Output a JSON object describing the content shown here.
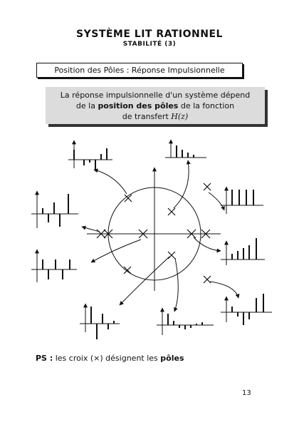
{
  "header": {
    "title": "SYSTÈME LIT RATIONNEL",
    "subtitle": "STABILITÉ (3)"
  },
  "section": {
    "label": "Position des Pôles : Réponse Impulsionnelle"
  },
  "info": {
    "line1": "La réponse impulsionnelle d'un système dépend",
    "line2_prefix": "de la ",
    "line2_bold": "position des pôles",
    "line2_suffix": " de la fonction",
    "line3_prefix": "de transfert ",
    "line3_math": "H(z)"
  },
  "footnote": {
    "label": "PS :",
    "text": " les croix (×) désignent les ",
    "bold": "pôles"
  },
  "page": {
    "number": "13"
  }
}
